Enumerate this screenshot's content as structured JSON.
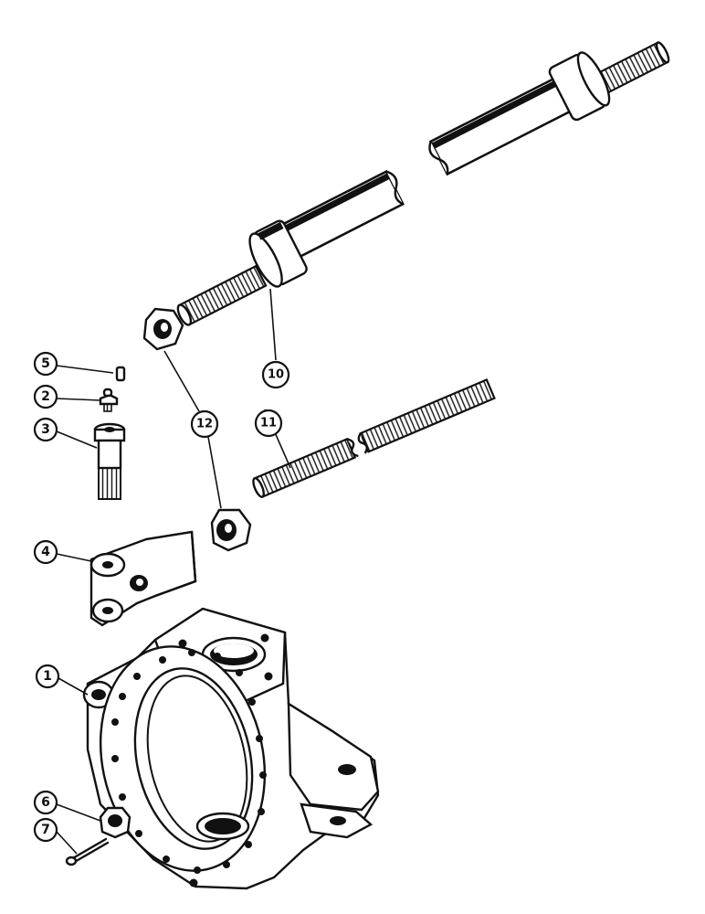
{
  "callouts": {
    "c1": "1",
    "c2": "2",
    "c3": "3",
    "c4": "4",
    "c5": "5",
    "c6": "6",
    "c7": "7",
    "c10": "10",
    "c11": "11",
    "c12": "12"
  }
}
